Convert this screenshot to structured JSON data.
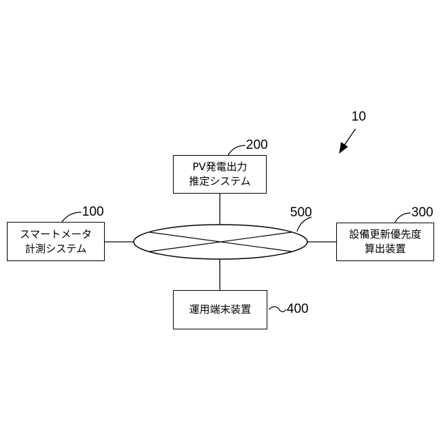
{
  "figure_ref": "10",
  "network": {
    "ref": "500"
  },
  "blocks": {
    "smart_meter": {
      "ref": "100",
      "line1": "スマートメータ",
      "line2": "計測システム"
    },
    "pv_output": {
      "ref": "200",
      "line1": "PV発電出力",
      "line2": "推定システム"
    },
    "priority_calc": {
      "ref": "300",
      "line1": "設備更新優先度",
      "line2": "算出装置"
    },
    "terminal": {
      "ref": "400",
      "line1": "運用端末装置"
    }
  }
}
